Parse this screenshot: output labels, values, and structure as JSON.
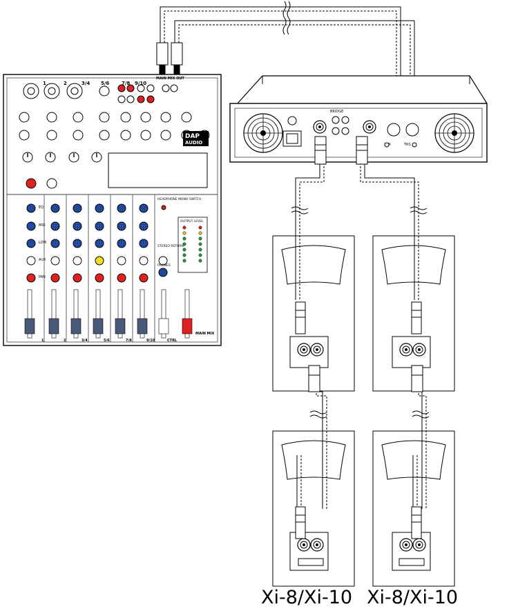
{
  "mixer": {
    "channel_top_labels": [
      "1",
      "2",
      "3/4",
      "5/6",
      "7/8",
      "9/10"
    ],
    "channel_bottom_labels": [
      "1",
      "2",
      "3/4",
      "5/6",
      "7/8",
      "9/10",
      "CTRL",
      "MAIN MIX"
    ],
    "eq_labels": [
      "EQ",
      "MID",
      "LOW",
      "AUX",
      "PAN"
    ],
    "brand_top": "DAP",
    "brand_bottom": "AUDIO",
    "main_mix_out_label": "MAIN MIX OUT",
    "master_section_title": "HEADPHONE MONO SWITCH",
    "output_level_label": "OUTPUT LEVEL",
    "stereo_return_label": "STEREO RETURN",
    "ctrl_label": "CTRL",
    "phones_label": "PHONES"
  },
  "amplifier": {
    "bridge_label": "BRIDGE",
    "xlr_label": "XLR",
    "trs_label": "TRS"
  },
  "captions": [
    "Xi-8/Xi-10",
    "Xi-8/Xi-10"
  ]
}
